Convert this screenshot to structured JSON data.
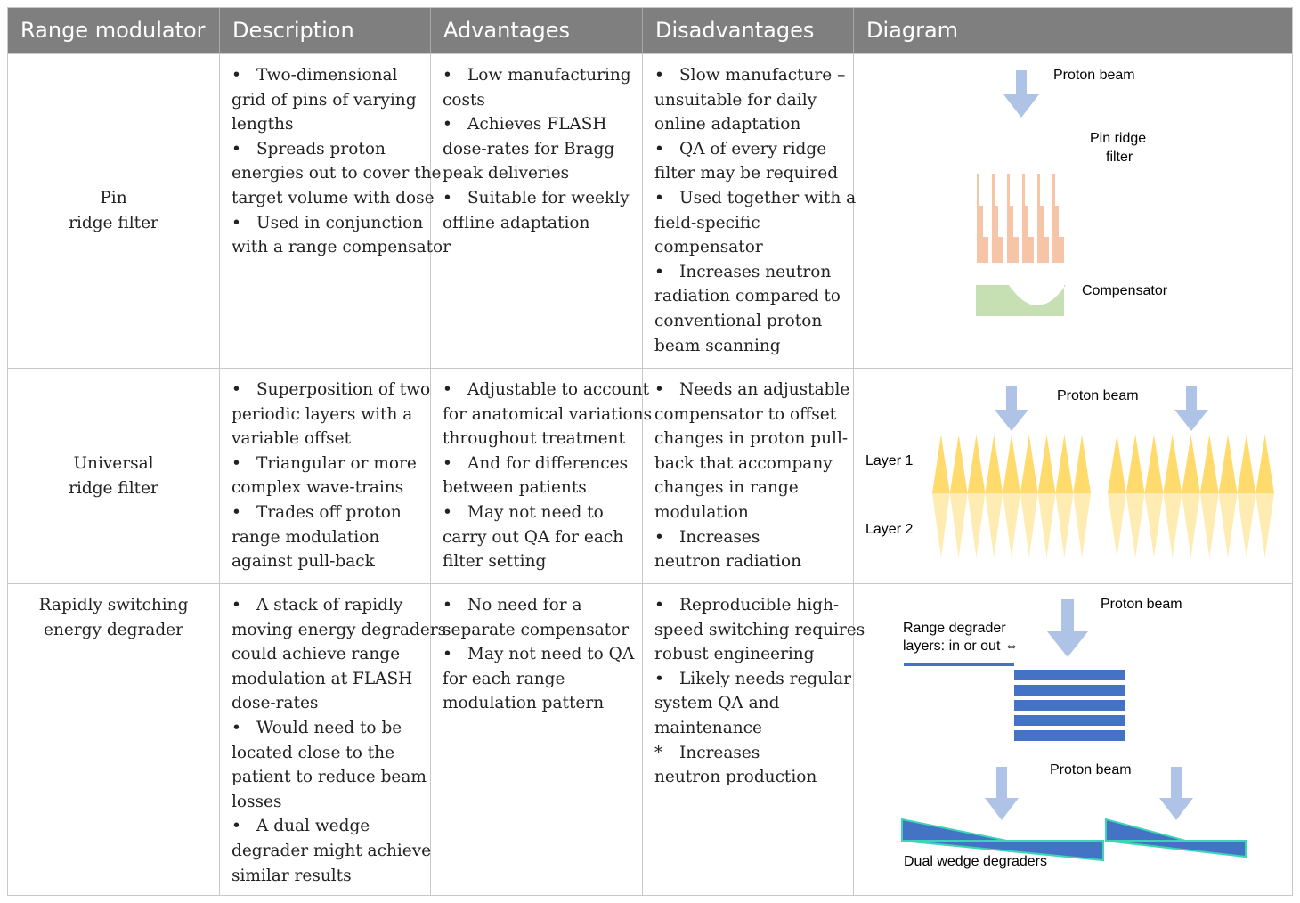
{
  "headers": [
    "Range modulator",
    "Description",
    "Advantages",
    "Disadvantages",
    "Diagram"
  ],
  "rows": [
    {
      "name": [
        "Pin",
        "ridge filter"
      ],
      "description": [
        {
          "b": "•",
          "t": "Two-dimensional"
        },
        {
          "t": "grid of pins of varying"
        },
        {
          "t": "lengths"
        },
        {
          "b": "•",
          "t": "Spreads proton"
        },
        {
          "t": "energies out to cover the"
        },
        {
          "t": "target volume with dose"
        },
        {
          "b": "•",
          "t": "Used in conjunction"
        },
        {
          "t": "with a range compensator"
        }
      ],
      "advantages": [
        {
          "b": "•",
          "t": "Low manufacturing"
        },
        {
          "t": "costs"
        },
        {
          "b": "•",
          "t": "Achieves FLASH"
        },
        {
          "t": "dose-rates for Bragg"
        },
        {
          "t": "peak deliveries"
        },
        {
          "b": "•",
          "t": "Suitable for weekly"
        },
        {
          "t": "offline adaptation"
        }
      ],
      "disadvantages": [
        {
          "b": "•",
          "t": "Slow manufacture –"
        },
        {
          "t": "unsuitable for daily"
        },
        {
          "t": "online adaptation"
        },
        {
          "b": "•",
          "t": "QA of every ridge"
        },
        {
          "t": "filter may be required"
        },
        {
          "b": "•",
          "t": "Used together with a"
        },
        {
          "t": "field-specific"
        },
        {
          "t": "compensator"
        },
        {
          "b": "•",
          "t": "Increases neutron"
        },
        {
          "t": "radiation compared to"
        },
        {
          "t": "conventional proton"
        },
        {
          "t": "beam scanning"
        }
      ],
      "diagram": {
        "beam_label": "Proton beam",
        "filter_label_1": "Pin ridge",
        "filter_label_2": "filter",
        "compensator_label": "Compensator"
      }
    },
    {
      "name": [
        "Universal",
        "ridge filter"
      ],
      "description": [
        {
          "b": "•",
          "t": "Superposition of two"
        },
        {
          "t": "periodic layers with a"
        },
        {
          "t": "variable offset"
        },
        {
          "b": "•",
          "t": "Triangular or more"
        },
        {
          "t": "complex wave-trains"
        },
        {
          "b": "•",
          "t": "Trades off proton"
        },
        {
          "t": "range modulation"
        },
        {
          "t": "against pull-back"
        }
      ],
      "advantages": [
        {
          "b": "•",
          "t": "Adjustable to account"
        },
        {
          "t": "for anatomical variations"
        },
        {
          "t": "throughout treatment"
        },
        {
          "b": "•",
          "t": "And for differences"
        },
        {
          "t": "between patients"
        },
        {
          "b": "•",
          "t": "May not need to"
        },
        {
          "t": "carry out QA for each"
        },
        {
          "t": "filter setting"
        }
      ],
      "disadvantages": [
        {
          "b": "•",
          "t": "Needs an adjustable"
        },
        {
          "t": "compensator to offset"
        },
        {
          "t": "changes in proton pull-"
        },
        {
          "t": "back that accompany"
        },
        {
          "t": "changes in range"
        },
        {
          "t": "modulation"
        },
        {
          "b": "•",
          "t": "Increases"
        },
        {
          "t": "neutron radiation"
        }
      ],
      "diagram": {
        "beam_label": "Proton beam",
        "layer1_label": "Layer 1",
        "layer2_label": "Layer 2"
      }
    },
    {
      "name": [
        "Rapidly switching",
        "energy degrader"
      ],
      "description": [
        {
          "b": "•",
          "t": "A stack of rapidly"
        },
        {
          "t": "moving energy degraders"
        },
        {
          "t": "could achieve range"
        },
        {
          "t": "modulation at FLASH"
        },
        {
          "t": "dose-rates"
        },
        {
          "b": "•",
          "t": "Would need to be"
        },
        {
          "t": "located close to the"
        },
        {
          "t": "patient to reduce beam"
        },
        {
          "t": "losses"
        },
        {
          "b": "•",
          "t": "A dual wedge"
        },
        {
          "t": "degrader might achieve"
        },
        {
          "t": "similar results"
        }
      ],
      "advantages": [
        {
          "b": "•",
          "t": "No need for a"
        },
        {
          "t": "separate compensator"
        },
        {
          "b": "•",
          "t": "May not need to QA"
        },
        {
          "t": "for each range"
        },
        {
          "t": "modulation pattern"
        }
      ],
      "disadvantages": [
        {
          "b": "•",
          "t": "Reproducible high-"
        },
        {
          "t": "speed switching requires"
        },
        {
          "t": "robust engineering"
        },
        {
          "b": "•",
          "t": "Likely needs regular"
        },
        {
          "t": "system QA and"
        },
        {
          "t": "maintenance"
        },
        {
          "b": "*",
          "t": "Increases"
        },
        {
          "t": "neutron production"
        }
      ],
      "diagram": {
        "beam_label_top": "Proton beam",
        "degrader_label_1": "Range degrader",
        "degrader_label_2": "layers: in or out ⇔",
        "beam_label_bottom": "Proton beam",
        "wedge_label": "Dual wedge degraders"
      }
    }
  ],
  "colors": {
    "header_bg": "#7f7f7f",
    "beam_arrow": "#aec3e6",
    "pin_filter": "#f6c4a6",
    "compensator": "#c6e0b4",
    "ridge_yellow": "#ffd966",
    "degrader_blue": "#4472c4",
    "wedge_outline": "#3cd6b4"
  }
}
